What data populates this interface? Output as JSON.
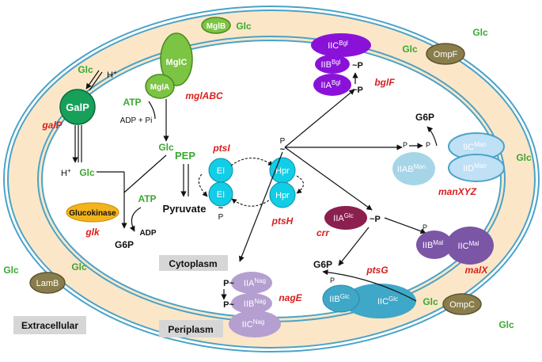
{
  "regions": {
    "extracellular": "Extracellular",
    "periplasm": "Periplasm",
    "cytoplasm": "Cytoplasm"
  },
  "glc": "Glc",
  "proteins": {
    "mglB": "MglB",
    "mglC": "MglC",
    "mglA": "MglA",
    "galP": "GalP",
    "ompF": "OmpF",
    "ompC": "OmpC",
    "lamB": "LamB",
    "glucokinase": "Glucokinase",
    "ei": "EI",
    "hpr": "Hpr",
    "iic_bgl": "IIC",
    "iib_bgl": "IIB",
    "iia_bgl": "IIA",
    "bgl_sup": "Bgl",
    "iiab_man": "IIAB",
    "iic_man": "IIC",
    "iid_man": "IID",
    "man_sup": "Man",
    "iia_glc": "IIA",
    "iib_glc": "IIB",
    "iic_glc": "IIC",
    "glc_sup": "Glc",
    "iib_mal": "IIB",
    "iic_mal": "IIC",
    "mal_sup": "Mal",
    "iia_nag": "IIA",
    "iib_nag": "IIB",
    "iic_nag": "IIC",
    "nag_sup": "Nag"
  },
  "genes": {
    "mglABC": "mglABC",
    "galP": "galP",
    "glk": "glk",
    "ptsI": "ptsI",
    "ptsH": "ptsH",
    "bglF": "bglF",
    "manXYZ": "manXYZ",
    "crr": "crr",
    "ptsG": "ptsG",
    "malX": "malX",
    "nagE": "nagE"
  },
  "metabolites": {
    "atp": "ATP",
    "adp": "ADP",
    "adp_pi": "ADP + Pi",
    "hplus": "H",
    "plus": "+",
    "g6p": "G6P",
    "pep": "PEP",
    "pyruvate": "Pyruvate",
    "p": "P",
    "tilde": "~",
    "tildeP": "~P",
    "pTilde": "P~"
  },
  "colors": {
    "membrane": "#4aa3c8",
    "periplasm_fill": "#fbe7c8",
    "green_protein": "#7cc443",
    "galp": "#17a05a",
    "purple": "#8a12d8",
    "light_blue": "#a6d5e8",
    "man_blue": "#bfe0f5",
    "crr": "#8b1f4e",
    "mal": "#7b55a6",
    "ptsg": "#3fa7c7",
    "nag": "#b49fd0",
    "olive": "#8a7d4c",
    "cyan": "#12cde6",
    "glucokinase": "#f3b31b",
    "label_box": "#d6d6d6"
  }
}
